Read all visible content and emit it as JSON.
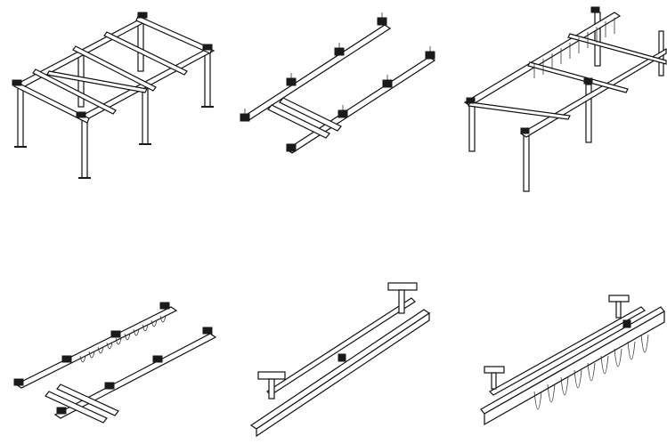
{
  "figure": {
    "background": "#ffffff",
    "line_color": "#1a1a1a",
    "panels": [
      {
        "name": "freestanding-crane-frame-four-post",
        "icon": "crane-frame-icon"
      },
      {
        "name": "ceiling-mounted-double-rail-system",
        "icon": "ceiling-rail-icon"
      },
      {
        "name": "crane-frame-with-festoon-cables",
        "icon": "festoon-frame-icon"
      },
      {
        "name": "double-rail-with-festoon-cables",
        "icon": "festoon-rail-icon"
      },
      {
        "name": "single-track-with-hanging-brackets",
        "icon": "track-bracket-icon"
      },
      {
        "name": "heavy-track-with-cable-loops",
        "icon": "cable-loop-icon"
      }
    ]
  }
}
